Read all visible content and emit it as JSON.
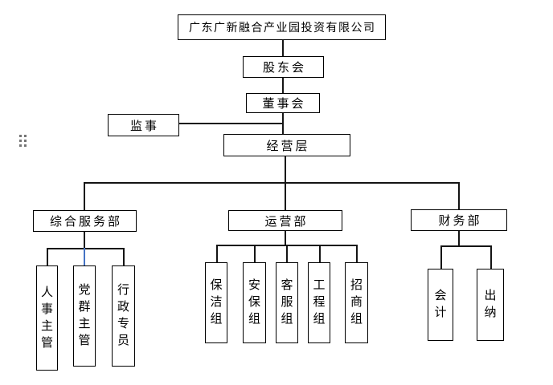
{
  "colors": {
    "background": "#ffffff",
    "box_border": "#000000",
    "connector": "#141414",
    "connector_accent": "#4472c4",
    "drag_handle_dots": "#757575"
  },
  "icons": {
    "drag_handle": "six-dot-grip"
  },
  "org_chart": {
    "company": "广东广新融合产业园投资有限公司",
    "shareholders": "股东会",
    "board": "董事会",
    "supervisor": "监事",
    "management": "经营层",
    "departments": {
      "general": {
        "name": "综合服务部",
        "children": {
          "hr": "人事主管",
          "party": "党群主管",
          "admin": "行政专员"
        }
      },
      "operations": {
        "name": "运营部",
        "children": {
          "cleaning": "保洁组",
          "security": "安保组",
          "customer_service": "客服组",
          "engineering": "工程组",
          "investment": "招商组"
        }
      },
      "finance": {
        "name": "财务部",
        "children": {
          "accounting": "会计",
          "cashier": "出纳"
        }
      }
    }
  }
}
